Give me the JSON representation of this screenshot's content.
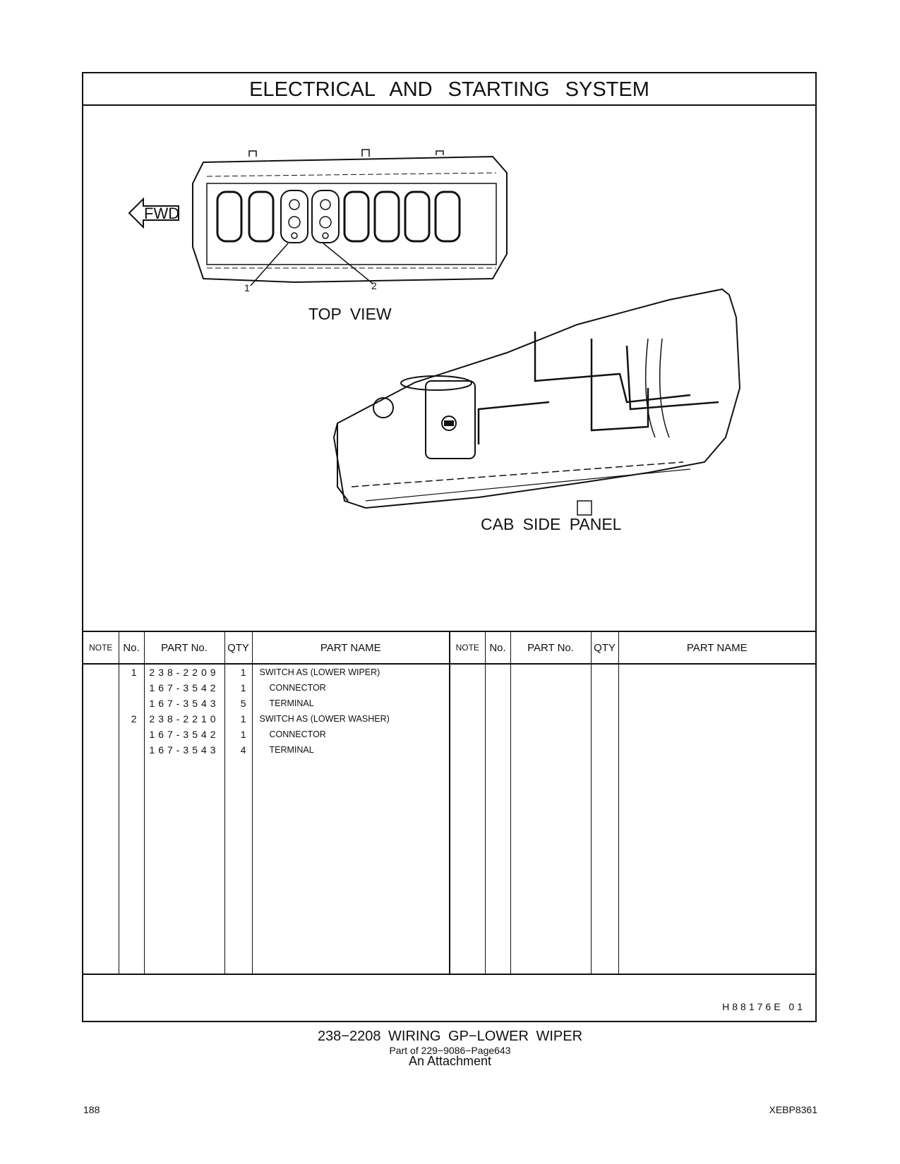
{
  "header": {
    "title": "ELECTRICAL AND STARTING SYSTEM"
  },
  "illustration": {
    "fwd_label": "FWD",
    "callout_1": "1",
    "callout_2": "2",
    "top_view_label": "TOP VIEW",
    "side_panel_label": "CAB SIDE PANEL"
  },
  "table": {
    "headers": {
      "note": "NOTE",
      "no": "No.",
      "part_no": "PART No.",
      "qty": "QTY",
      "part_name": "PART NAME"
    },
    "rows": [
      {
        "no": "1",
        "part_no": "238-2209",
        "qty": "1",
        "part_name": "SWITCH AS (LOWER WIPER)",
        "indent": false
      },
      {
        "no": "",
        "part_no": "167-3542",
        "qty": "1",
        "part_name": "CONNECTOR",
        "indent": true
      },
      {
        "no": "",
        "part_no": "167-3543",
        "qty": "5",
        "part_name": "TERMINAL",
        "indent": true
      },
      {
        "no": "2",
        "part_no": "238-2210",
        "qty": "1",
        "part_name": "SWITCH AS (LOWER WASHER)",
        "indent": false
      },
      {
        "no": "",
        "part_no": "167-3542",
        "qty": "1",
        "part_name": "CONNECTOR",
        "indent": true
      },
      {
        "no": "",
        "part_no": "167-3543",
        "qty": "4",
        "part_name": "TERMINAL",
        "indent": true
      }
    ]
  },
  "drawing_number": "H88176E 01",
  "caption": {
    "line1": "238−2208 WIRING GP−LOWER WIPER",
    "line2": "Part of 229−9086−Page643",
    "line3": "An Attachment"
  },
  "footer": {
    "page_number": "188",
    "document_code": "XEBP8361"
  }
}
